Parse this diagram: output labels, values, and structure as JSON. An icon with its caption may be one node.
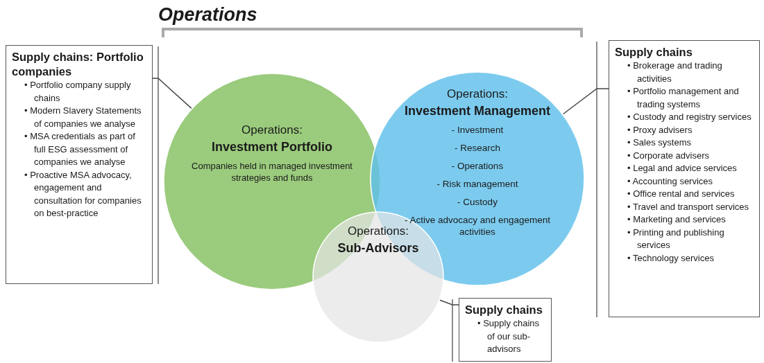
{
  "diagram": {
    "title": "Operations",
    "nodes": [
      {
        "text": [
          "Operations:",
          "Investment Portfolio",
          "Companies held in managed investment strategies and funds"
        ]
      },
      {
        "text": [
          "Operations:",
          "Investment Management",
          "- Investment",
          "- Research",
          "- Operations",
          "- Risk management",
          "- Custody",
          "- Active advocacy and engagement activities"
        ]
      },
      {
        "text": [
          "Operations:",
          "Sub-Advisors"
        ]
      },
      {
        "text": [
          "Supply chains: Portfolio companies",
          "• Portfolio company supply chains",
          "• Modern Slavery Statements of companies we analyse",
          "• MSA credentials as part of full ESG assessment of companies we analyse",
          "• Proactive MSA advocacy, engagement and consultation for companies on best-practice"
        ]
      },
      {
        "text": [
          "Supply chains",
          "• Brokerage and trading activities",
          "• Portfolio management and trading systems",
          "• Custody and registry services",
          "• Proxy advisers",
          "• Sales systems",
          "• Corporate advisers",
          "• Legal and advice services",
          "• Accounting services",
          "• Office rental and services",
          "• Travel and transport services",
          "• Marketing and services",
          "• Printing and publishing services",
          "• Technology services"
        ]
      },
      {
        "text": [
          "Supply chains",
          "• Supply chains of our sub-advisors"
        ]
      }
    ],
    "edges": [
      {
        "from": 3,
        "to": 0,
        "arrow": "none"
      },
      {
        "from": 4,
        "to": 1,
        "arrow": "none"
      },
      {
        "from": 5,
        "to": 2,
        "arrow": "none"
      }
    ]
  }
}
